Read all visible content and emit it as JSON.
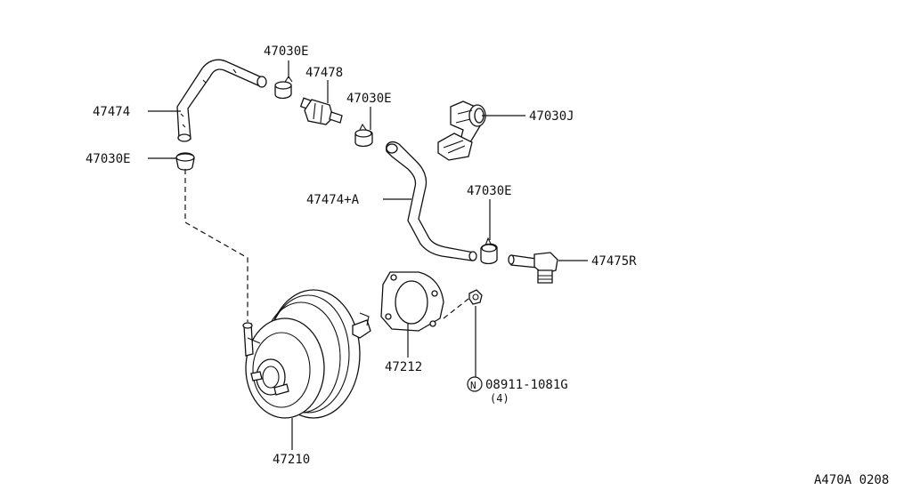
{
  "labels": {
    "hose_upper": "47474",
    "clamp_upper_left": "47030E",
    "clamp_top": "47030E",
    "check_valve": "47478",
    "clamp_mid": "47030E",
    "clip": "47030J",
    "hose_a": "47474+A",
    "clamp_right": "47030E",
    "connector": "47475R",
    "gasket": "47212",
    "nut_code": "08911-1081G",
    "nut_qty": "(4)",
    "nut_symbol": "N",
    "booster": "47210",
    "diagram_code": "A470A 0208"
  }
}
